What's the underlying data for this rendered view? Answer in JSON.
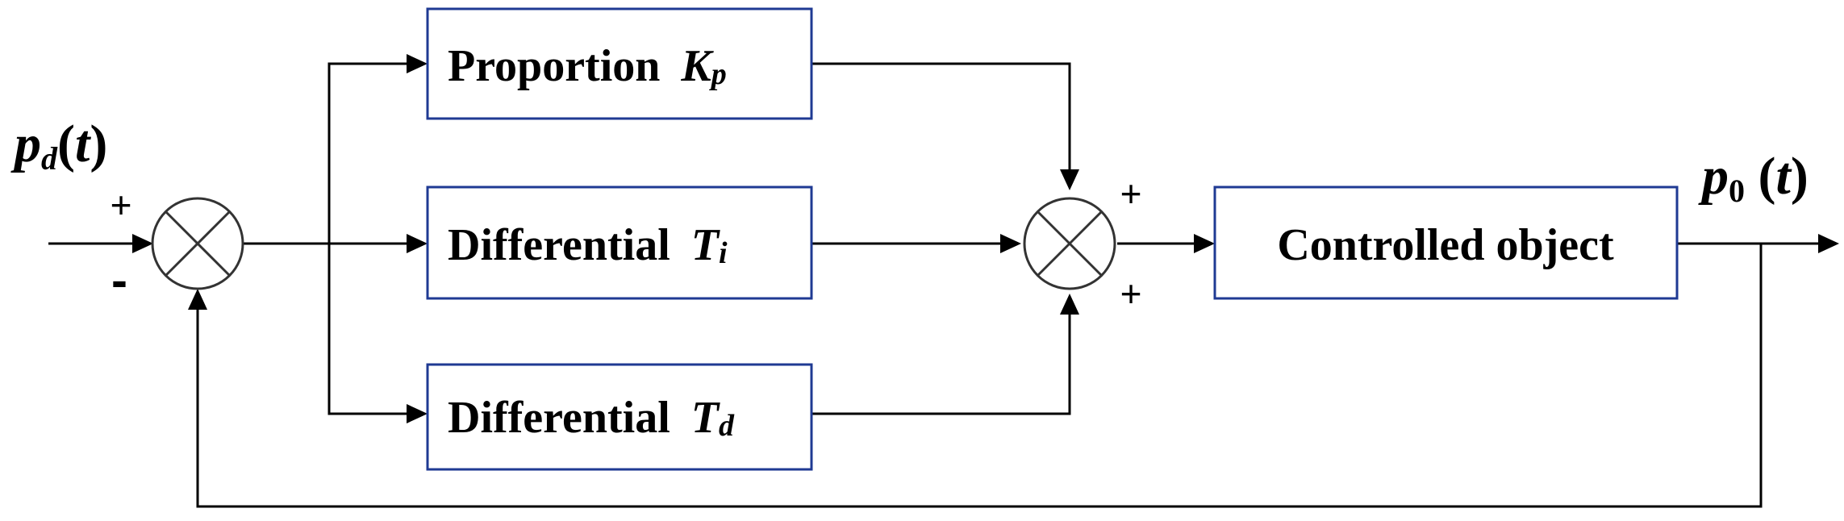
{
  "signals": {
    "input": {
      "base": "p",
      "sub": "d",
      "arg": "t"
    },
    "output": {
      "base": "p",
      "sub": "0",
      "arg": "t"
    }
  },
  "blocks": {
    "proportion": {
      "label": "Proportion",
      "gain": "K",
      "gain_sub": "p"
    },
    "integral": {
      "label": "Differential",
      "gain": "T",
      "gain_sub": "i"
    },
    "derivative": {
      "label": "Differential",
      "gain": "T",
      "gain_sub": "d"
    },
    "plant": {
      "label": "Controlled object"
    }
  },
  "signs": {
    "input_plus": "+",
    "feedback_minus": "-",
    "sum_top_plus": "+",
    "sum_bottom_plus": "+"
  }
}
